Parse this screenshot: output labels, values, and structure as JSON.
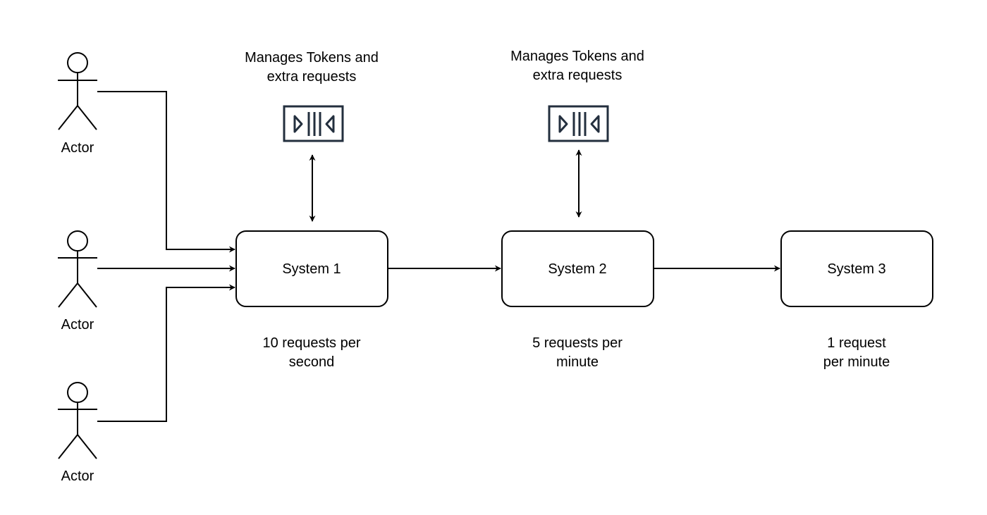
{
  "actors": [
    {
      "label": "Actor"
    },
    {
      "label": "Actor"
    },
    {
      "label": "Actor"
    }
  ],
  "systems": [
    {
      "label": "System 1",
      "rate_line1": "10 requests per",
      "rate_line2": "second"
    },
    {
      "label": "System 2",
      "rate_line1": "5 requests per",
      "rate_line2": "minute"
    },
    {
      "label": "System 3",
      "rate_line1": "1 request",
      "rate_line2": "per minute"
    }
  ],
  "token_managers": [
    {
      "line1": "Manages Tokens and",
      "line2": "extra requests",
      "icon": "queue-icon"
    },
    {
      "line1": "Manages Tokens and",
      "line2": "extra requests",
      "icon": "queue-icon"
    }
  ],
  "colors": {
    "line": "#000000",
    "icon": "#232f3e",
    "background": "#ffffff"
  }
}
